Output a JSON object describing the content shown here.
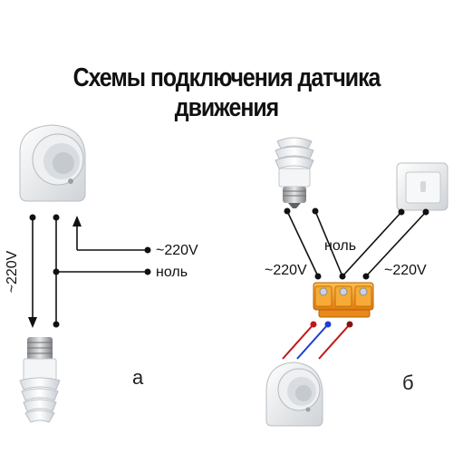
{
  "title": "Схемы подключения датчика движения",
  "diagram_a": {
    "letter": "а",
    "label_voltage_vertical": "~220V",
    "label_phase": "~220V",
    "label_neutral": "ноль"
  },
  "diagram_b": {
    "letter": "б",
    "label_left": "~220V",
    "label_neutral": "ноль",
    "label_right": "~220V"
  },
  "icons": [
    "motion-sensor-icon",
    "energy-saving-bulb-icon",
    "wall-switch-icon",
    "terminal-block-icon"
  ],
  "colors": {
    "wire": "#111111",
    "blue_wire": "#1f3fd0",
    "red_wire": "#c01818",
    "terminal": "#f29a1e"
  }
}
